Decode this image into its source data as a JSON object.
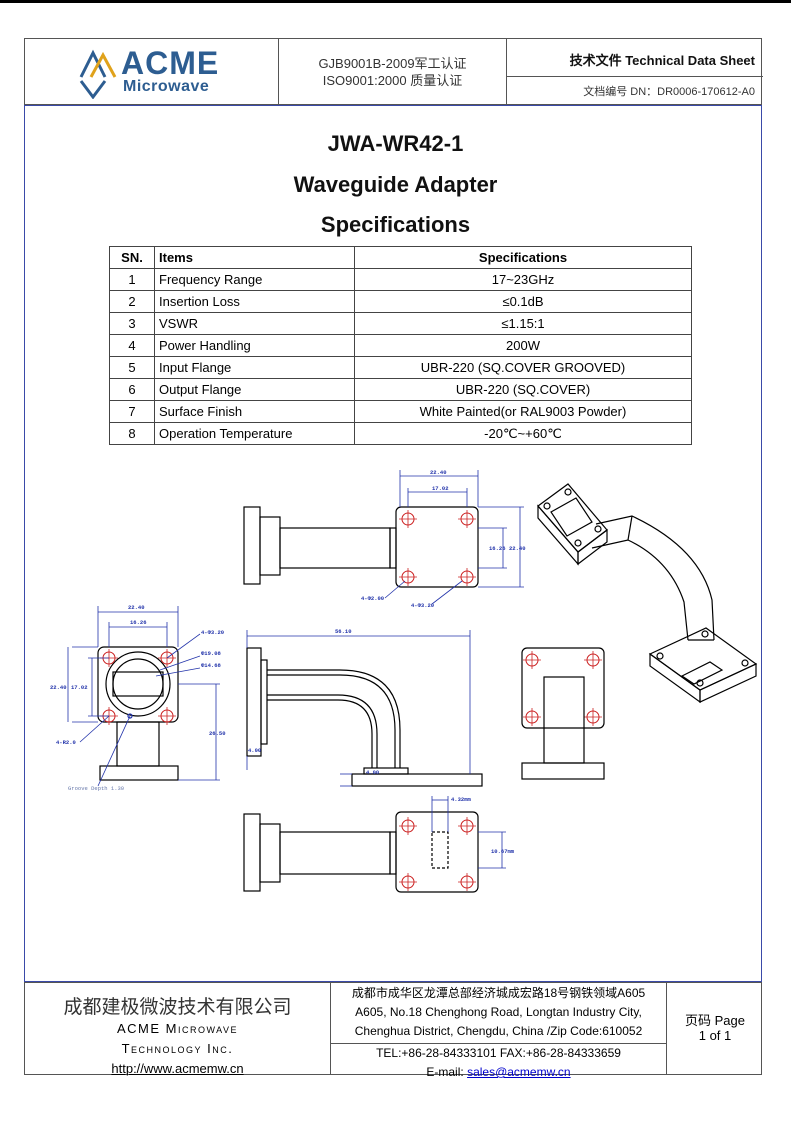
{
  "header": {
    "logo_acme": "ACME",
    "logo_microwave": "Microwave",
    "cert_line1": "GJB9001B-2009军工认证",
    "cert_line2": "ISO9001:2000 质量认证",
    "doc_type": "技术文件 Technical Data Sheet",
    "doc_number": "文档编号 DN：DR0006-170612-A0"
  },
  "titles": {
    "model": "JWA-WR42-1",
    "product": "Waveguide Adapter",
    "section": "Specifications"
  },
  "spec_table": {
    "headers": [
      "SN.",
      "Items",
      "Specifications"
    ],
    "rows": [
      [
        "1",
        "Frequency Range",
        "17~23GHz"
      ],
      [
        "2",
        "Insertion Loss",
        "≤0.1dB"
      ],
      [
        "3",
        "VSWR",
        "≤1.15:1"
      ],
      [
        "4",
        " Power Handling",
        "200W"
      ],
      [
        "5",
        "Input Flange",
        "UBR-220 (SQ.COVER GROOVED)"
      ],
      [
        "6",
        "Output Flange",
        "UBR-220 (SQ.COVER)"
      ],
      [
        "7",
        "Surface Finish",
        "White Painted(or RAL9003 Powder)"
      ],
      [
        "8",
        "Operation Temperature",
        "-20℃~+60℃"
      ]
    ]
  },
  "drawing_labels": {
    "top_width": "22.40",
    "top_inner": "17.02",
    "top_h_inner": "16.26",
    "top_h_outer": "22.40",
    "top_holes_left": "4-Φ2.00",
    "top_holes_right": "4-Φ3.20",
    "left_width": "22.40",
    "left_inner": "16.26",
    "left_hole": "4-Φ3.20",
    "left_d1": "Φ19.08",
    "left_d2": "Φ14.68",
    "left_h_outer": "22.40",
    "left_h_inner": "17.02",
    "left_height": "26.50",
    "left_hole2": "4-R2.0",
    "groove": "Groove Depth 1.30",
    "side_length": "56.10",
    "side_thick1": "4.00",
    "side_thick2": "4.00",
    "bottom_w": "4.32mm",
    "bottom_h": "10.67mm"
  },
  "footer": {
    "company_cn": "成都建极微波技术有限公司",
    "company_en1": "ACME Microwave",
    "company_en2": "Technology Inc.",
    "url": "http://www.acmemw.cn",
    "addr_cn": "成都市成华区龙潭总部经济城成宏路18号钢铁领域A605",
    "addr_en1": "A605, No.18 Chenghong Road, Longtan Industry City,",
    "addr_en2": "Chenghua District, Chengdu, China /Zip Code:610052",
    "tel": "TEL:+86-28-84333101    FAX:+86-28-84333659",
    "email_label": "E-mail: ",
    "email": "sales@acmemw.cn",
    "page_label": "页码 Page",
    "page_value": "1 of 1"
  },
  "colors": {
    "logo": "#2d5d91",
    "frame": "#3a4aa8",
    "dimension": "#2233aa",
    "hole_mark": "#cc2222"
  }
}
